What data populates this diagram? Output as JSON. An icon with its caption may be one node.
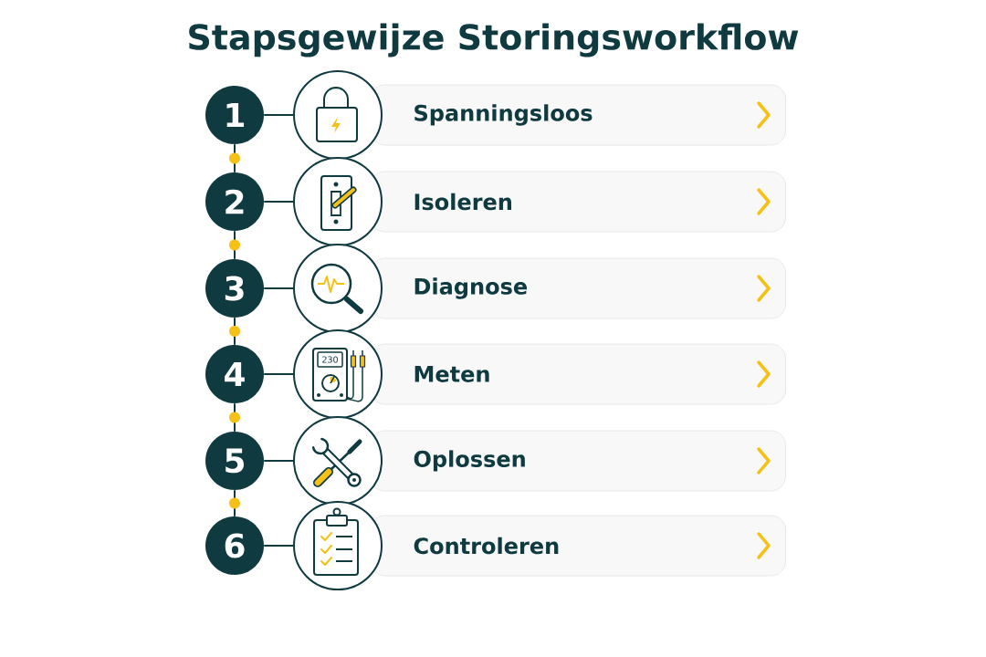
{
  "diagram": {
    "title": "Stapsgewijze Storingsworkflow",
    "nodes": [
      {
        "text": [
          "1"
        ]
      },
      {
        "text": [],
        "shape": "picture"
      },
      {
        "text": [
          "Spanningsloos"
        ]
      },
      {
        "text": [
          "2"
        ]
      },
      {
        "text": [],
        "shape": "picture"
      },
      {
        "text": [
          "Isoleren"
        ]
      },
      {
        "text": [
          "3"
        ]
      },
      {
        "text": [],
        "shape": "picture"
      },
      {
        "text": [
          "Diagnose"
        ]
      },
      {
        "text": [
          "4"
        ]
      },
      {
        "text": [],
        "shape": "picture"
      },
      {
        "text": [
          "Meten"
        ]
      },
      {
        "text": [
          "5"
        ]
      },
      {
        "text": [],
        "shape": "picture"
      },
      {
        "text": [
          "Oplossen"
        ]
      },
      {
        "text": [
          "6"
        ]
      },
      {
        "text": [],
        "shape": "picture"
      },
      {
        "text": [
          "Controleren"
        ]
      }
    ],
    "edges": [
      {
        "from": 0,
        "to": 1,
        "arrow": "none"
      },
      {
        "from": 3,
        "to": 4,
        "arrow": "none"
      },
      {
        "from": 6,
        "to": 7,
        "arrow": "none"
      },
      {
        "from": 9,
        "to": 10,
        "arrow": "none"
      },
      {
        "from": 12,
        "to": 13,
        "arrow": "none"
      },
      {
        "from": 15,
        "to": 16,
        "arrow": "none"
      },
      {
        "from": 0,
        "to": 3,
        "arrow": "none"
      },
      {
        "from": 3,
        "to": 6,
        "arrow": "none"
      },
      {
        "from": 6,
        "to": 9,
        "arrow": "none"
      },
      {
        "from": 9,
        "to": 12,
        "arrow": "none"
      },
      {
        "from": 12,
        "to": 15,
        "arrow": "none"
      }
    ],
    "labels": [
      "230"
    ]
  }
}
